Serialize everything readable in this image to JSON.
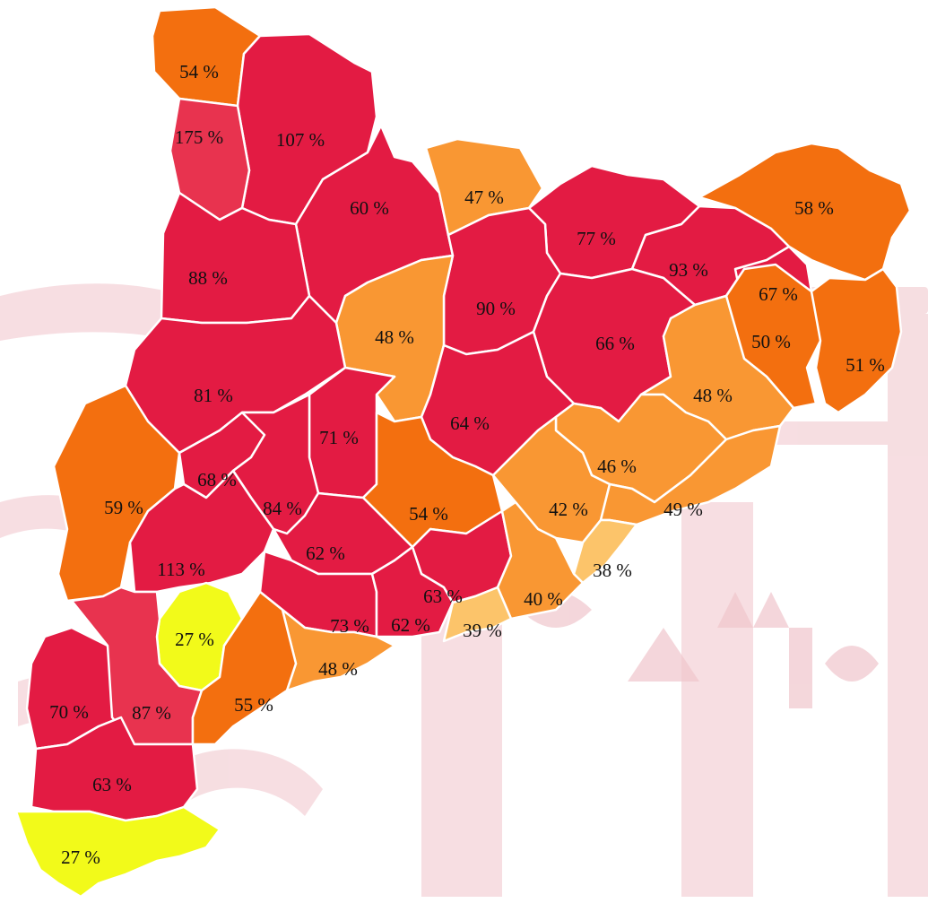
{
  "map": {
    "colors": {
      "very_high": "#e31b43",
      "very_high_light": "#e8334f",
      "high": "#f36f0f",
      "medium": "#f99733",
      "low": "#fcc46a",
      "very_low": "#f2fa1a",
      "border": "#ffffff"
    },
    "regions": [
      {
        "label": "54 %",
        "value": 54,
        "level": "high"
      },
      {
        "label": "107 %",
        "value": 107,
        "level": "very_high"
      },
      {
        "label": "175 %",
        "value": 175,
        "level": "very_high_light"
      },
      {
        "label": "60 %",
        "value": 60,
        "level": "very_high"
      },
      {
        "label": "47 %",
        "value": 47,
        "level": "medium"
      },
      {
        "label": "77 %",
        "value": 77,
        "level": "very_high"
      },
      {
        "label": "58 %",
        "value": 58,
        "level": "high"
      },
      {
        "label": "88 %",
        "value": 88,
        "level": "very_high"
      },
      {
        "label": "93 %",
        "value": 93,
        "level": "very_high"
      },
      {
        "label": "67 %",
        "value": 67,
        "level": "very_high"
      },
      {
        "label": "90 %",
        "value": 90,
        "level": "very_high"
      },
      {
        "label": "48 %",
        "value": 48,
        "level": "medium"
      },
      {
        "label": "66 %",
        "value": 66,
        "level": "very_high"
      },
      {
        "label": "50 %",
        "value": 50,
        "level": "high"
      },
      {
        "label": "51 %",
        "value": 51,
        "level": "high"
      },
      {
        "label": "81 %",
        "value": 81,
        "level": "very_high"
      },
      {
        "label": "48 %",
        "value": 48,
        "level": "medium"
      },
      {
        "label": "71 %",
        "value": 71,
        "level": "very_high"
      },
      {
        "label": "64 %",
        "value": 64,
        "level": "very_high"
      },
      {
        "label": "46 %",
        "value": 46,
        "level": "medium"
      },
      {
        "label": "68 %",
        "value": 68,
        "level": "very_high"
      },
      {
        "label": "59 %",
        "value": 59,
        "level": "high"
      },
      {
        "label": "84 %",
        "value": 84,
        "level": "very_high"
      },
      {
        "label": "54 %",
        "value": 54,
        "level": "high"
      },
      {
        "label": "42 %",
        "value": 42,
        "level": "medium"
      },
      {
        "label": "49 %",
        "value": 49,
        "level": "medium"
      },
      {
        "label": "62 %",
        "value": 62,
        "level": "very_high"
      },
      {
        "label": "113 %",
        "value": 113,
        "level": "very_high"
      },
      {
        "label": "38 %",
        "value": 38,
        "level": "low"
      },
      {
        "label": "63 %",
        "value": 63,
        "level": "very_high"
      },
      {
        "label": "40 %",
        "value": 40,
        "level": "medium"
      },
      {
        "label": "27 %",
        "value": 27,
        "level": "very_low"
      },
      {
        "label": "73 %",
        "value": 73,
        "level": "very_high"
      },
      {
        "label": "62 %",
        "value": 62,
        "level": "very_high"
      },
      {
        "label": "39 %",
        "value": 39,
        "level": "low"
      },
      {
        "label": "48 %",
        "value": 48,
        "level": "medium"
      },
      {
        "label": "70 %",
        "value": 70,
        "level": "very_high"
      },
      {
        "label": "87 %",
        "value": 87,
        "level": "very_high_light"
      },
      {
        "label": "55 %",
        "value": 55,
        "level": "high"
      },
      {
        "label": "63 %",
        "value": 63,
        "level": "very_high"
      },
      {
        "label": "27 %",
        "value": 27,
        "level": "very_low"
      }
    ]
  }
}
